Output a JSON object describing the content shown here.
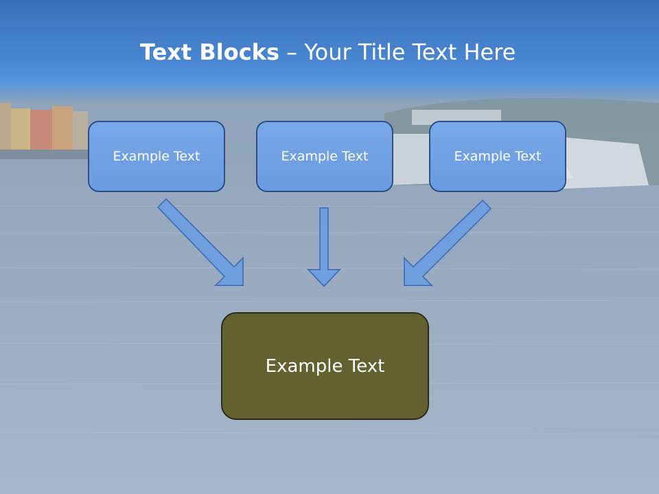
{
  "slide": {
    "title_bold": "Text Blocks",
    "title_dash": " – ",
    "title_rest": "Your Title Text Here"
  },
  "diagram": {
    "top_boxes": [
      {
        "label": "Example Text"
      },
      {
        "label": "Example Text"
      },
      {
        "label": "Example Text"
      }
    ],
    "bottom_box": {
      "label": "Example Text"
    }
  },
  "colors": {
    "header_blue": "#4a86d2",
    "top_box_fill": "#6a9be0",
    "top_box_border": "#2c4f88",
    "bottom_box_fill": "#646131",
    "arrow_fill": "#6f9fdf"
  }
}
